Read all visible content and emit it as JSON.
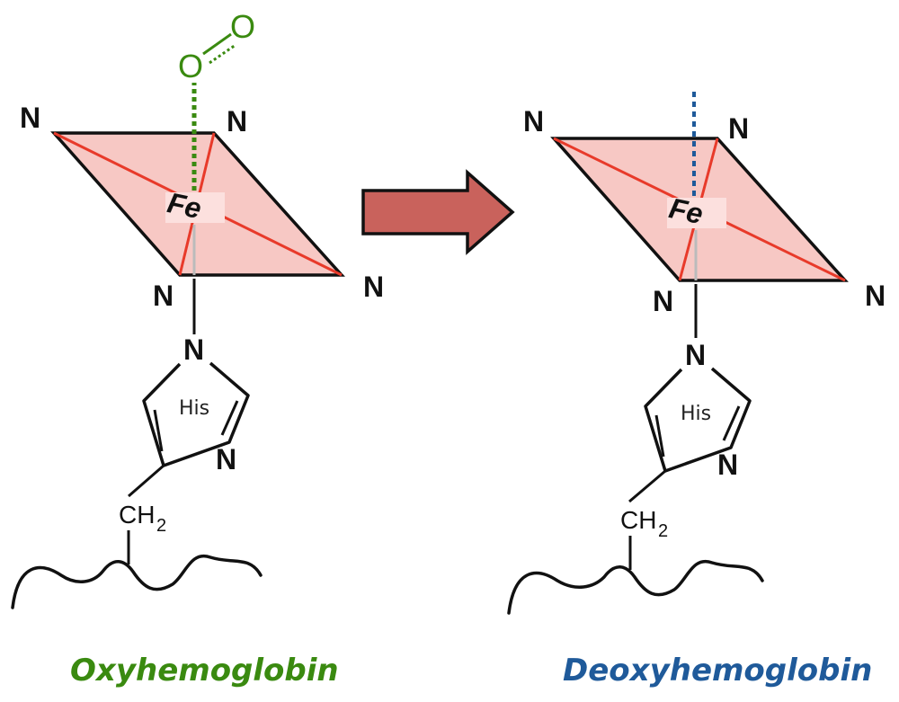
{
  "colors": {
    "oxy": "#3a8a10",
    "deoxy": "#1f5a9a",
    "plane_fill": "#f7c8c4",
    "plane_diagonal": "#e83a2a",
    "arrow_fill": "#c9625c",
    "bond": "#111111"
  },
  "left": {
    "n_top_left": "N",
    "n_top_right": "N",
    "n_bottom_left": "N",
    "n_right": "N",
    "fe": "Fe",
    "o_lower": "O",
    "o_upper": "O",
    "imidazole_n_top": "N",
    "imidazole_n_right": "N",
    "his": "His",
    "ch": "CH",
    "sub2": "2",
    "caption": "Oxyhemoglobin"
  },
  "right": {
    "n_top_left": "N",
    "n_top_right": "N",
    "n_bottom_left": "N",
    "n_right": "N",
    "fe": "Fe",
    "imidazole_n_top": "N",
    "imidazole_n_right": "N",
    "his": "His",
    "ch": "CH",
    "sub2": "2",
    "caption": "Deoxyhemoglobin"
  },
  "icons": {
    "transition_arrow": "right-arrow-icon"
  }
}
